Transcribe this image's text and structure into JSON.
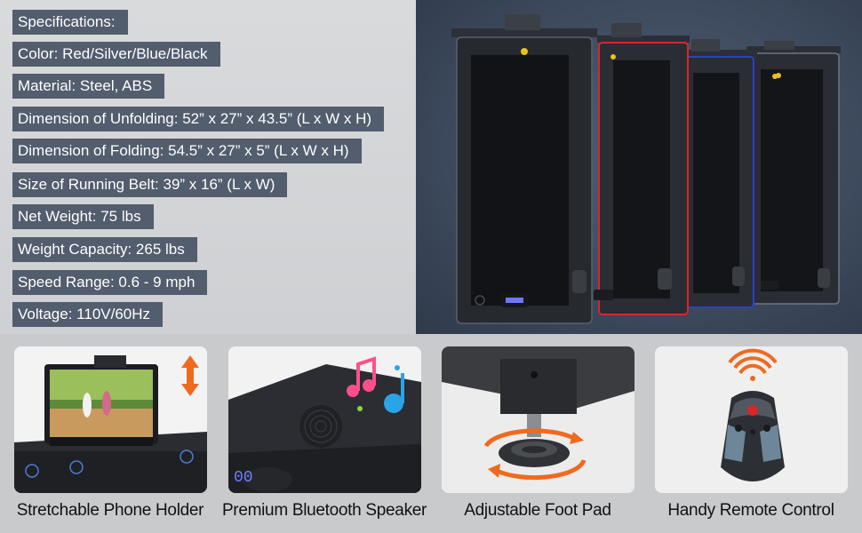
{
  "specs": {
    "heading": "Specifications:",
    "items": [
      "Color: Red/Silver/Blue/Black",
      "Material: Steel, ABS",
      "Dimension of Unfolding: 52” x 27” x 43.5” (L x W x H)",
      "Dimension of Folding: 54.5” x 27” x 5” (L x W x H)",
      "Size of Running Belt: 39” x 16” (L x W)",
      "Net Weight: 75 lbs",
      "Weight Capacity: 265 lbs",
      "Speed Range: 0.6 - 9 mph",
      "Voltage: 110V/60Hz"
    ]
  },
  "features": [
    {
      "caption": "Stretchable Phone Holder"
    },
    {
      "caption": "Premium Bluetooth Speaker"
    },
    {
      "caption": "Adjustable Foot Pad"
    },
    {
      "caption": "Handy Remote Control"
    }
  ],
  "display_readout": "00",
  "colors": {
    "label_bg": "#525d6d",
    "label_text": "#ffffff",
    "accent_orange": "#ef6a1f",
    "accent_red": "#d8262b",
    "accent_blue": "#2a3fd6"
  }
}
